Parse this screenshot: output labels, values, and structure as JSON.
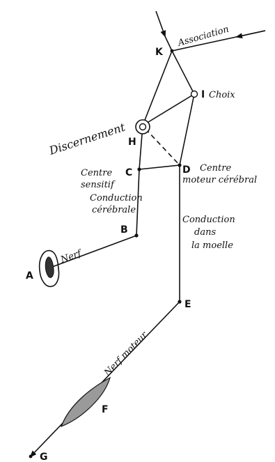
{
  "points": {
    "A": "A",
    "B": "B",
    "C": "C",
    "D": "D",
    "E": "E",
    "F": "F",
    "G": "G",
    "H": "H",
    "I": "I",
    "K": "K"
  },
  "labels": {
    "association": "Association",
    "choix": "Choix",
    "discernement": "Discernement",
    "centre_sensitif_1": "Centre",
    "centre_sensitif_2": "sensitif",
    "conduction_cerebrale_1": "Conduction",
    "conduction_cerebrale_2": "cérébrale",
    "centre_moteur_1": "Centre",
    "centre_moteur_2": "moteur cérébral",
    "conduction_moelle_1": "Conduction",
    "conduction_moelle_2": "dans",
    "conduction_moelle_3": "la moelle",
    "nerf": "Nerf",
    "nerf_moteur": "Nerf moteur"
  },
  "colors": {
    "ink": "#111111",
    "muscle_fill": "#9a9a9a",
    "ear_fill": "#333333"
  }
}
